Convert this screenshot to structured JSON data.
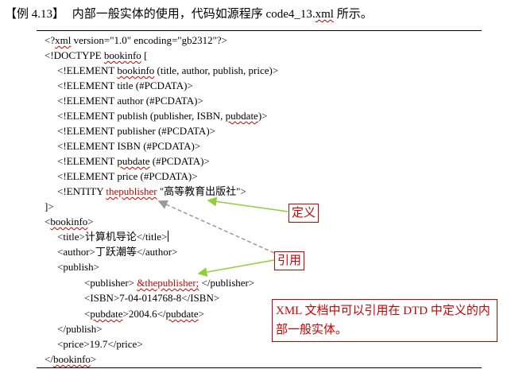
{
  "header": {
    "bracket_open": "【",
    "example": "例 4.13",
    "bracket_close": "】",
    "desc_before": "内部一般实体的使用，代码如源程序 code4_13.",
    "desc_xml": "xml",
    "desc_after": " 所示。"
  },
  "code": {
    "l1a": "<?",
    "l1b": "xml",
    "l1c": " version=\"1.0\" encoding=\"gb2312\"?>",
    "l2a": "<!DOCTYPE ",
    "l2b": "bookinfo",
    "l2c": " [",
    "l3a": "<!ELEMENT ",
    "l3b": "bookinfo",
    "l3c": " (title, author, publish, price)>",
    "l4": "<!ELEMENT title (#PCDATA)>",
    "l5": "<!ELEMENT author (#PCDATA)>",
    "l6a": "<!ELEMENT publish (publisher, ISBN, ",
    "l6b": "pubdate",
    "l6c": ")>",
    "l7": "<!ELEMENT publisher (#PCDATA)>",
    "l8": "<!ELEMENT ISBN (#PCDATA)>",
    "l9a": "<!ELEMENT ",
    "l9b": "pubdate",
    "l9c": " (#PCDATA)>",
    "l10": "<!ELEMENT price (#PCDATA)>",
    "l11a": "<!ENTITY ",
    "l11b": "thepublisher",
    "l11c": " \"高等教育出版社\">",
    "l12": "]>",
    "l13a": "<",
    "l13b": "bookinfo",
    "l13c": ">",
    "l14": "<title>计算机导论</title>",
    "l15": "<author>丁跃潮等</author>",
    "l16": "<publish>",
    "l17a": "<publisher> ",
    "l17b": "&thepublisher;",
    "l17c": " </publisher>",
    "l18": "<ISBN>7-04-014768-8</ISBN>",
    "l19a": "<",
    "l19b": "pubdate",
    "l19c": ">2004.6</",
    "l19d": "pubdate",
    "l19e": ">",
    "l20": "</publish>",
    "l21": "<price>19.7</price>",
    "l22a": "</",
    "l22b": "bookinfo",
    "l22c": ">"
  },
  "callouts": {
    "define": "定义",
    "reference": "引用",
    "note": "XML 文档中可以引用在 DTD 中定义的内部一般实体。"
  },
  "colors": {
    "red": "#d00000",
    "arrow_green": "#8fcf3a",
    "arrow_gray": "#9a9a9a"
  }
}
